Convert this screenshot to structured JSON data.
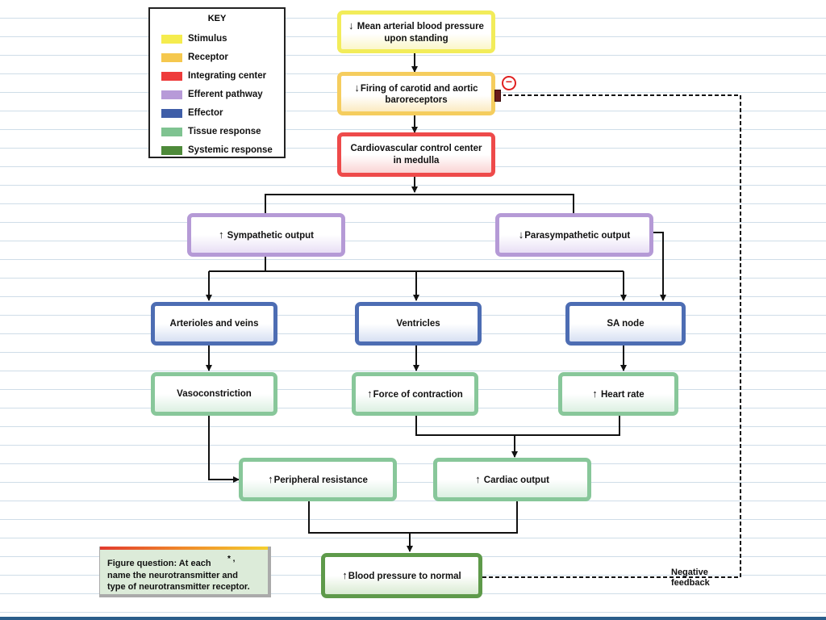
{
  "key": {
    "title": "KEY",
    "items": [
      {
        "label": "Stimulus",
        "color": "#f5ec4e"
      },
      {
        "label": "Receptor",
        "color": "#f5c84e"
      },
      {
        "label": "Integrating center",
        "color": "#ee3b3b"
      },
      {
        "label": "Efferent pathway",
        "color": "#b79ad8"
      },
      {
        "label": "Effector",
        "color": "#3f5ea8"
      },
      {
        "label": "Tissue response",
        "color": "#7fc391"
      },
      {
        "label": "Systemic response",
        "color": "#4e8a3a"
      }
    ]
  },
  "nodes": {
    "stimulus": {
      "arrow": "↓",
      "text": "Mean arterial blood pressure upon standing"
    },
    "receptor": {
      "arrow": "↓",
      "text": "Firing of carotid and aortic baroreceptors"
    },
    "integrating": {
      "text": "Cardiovascular control center in medulla"
    },
    "sympathetic": {
      "arrow": "↑",
      "text": "Sympathetic output"
    },
    "parasympathetic": {
      "arrow": "↓",
      "text": "Parasympathetic output"
    },
    "arterioles": {
      "text": "Arterioles and veins"
    },
    "ventricles": {
      "text": "Ventricles"
    },
    "sa_node": {
      "text": "SA node"
    },
    "vasoconstriction": {
      "text": "Vasoconstriction"
    },
    "force": {
      "arrow": "↑",
      "text": "Force of contraction"
    },
    "heart_rate": {
      "arrow": "↑",
      "text": "Heart rate"
    },
    "peripheral": {
      "arrow": "↑",
      "text": "Peripheral resistance"
    },
    "cardiac": {
      "arrow": "↑",
      "text": "Cardiac output"
    },
    "bp_normal": {
      "arrow": "↑",
      "text": "Blood pressure to normal"
    }
  },
  "feedback": {
    "sign": "−",
    "label_line1": "Negative",
    "label_line2": "feedback"
  },
  "figure_question": {
    "line1": "Figure question:  At each",
    "line2": "name the neurotransmitter and",
    "line3": "type of neurotransmitter receptor.",
    "marker": "* ,"
  }
}
